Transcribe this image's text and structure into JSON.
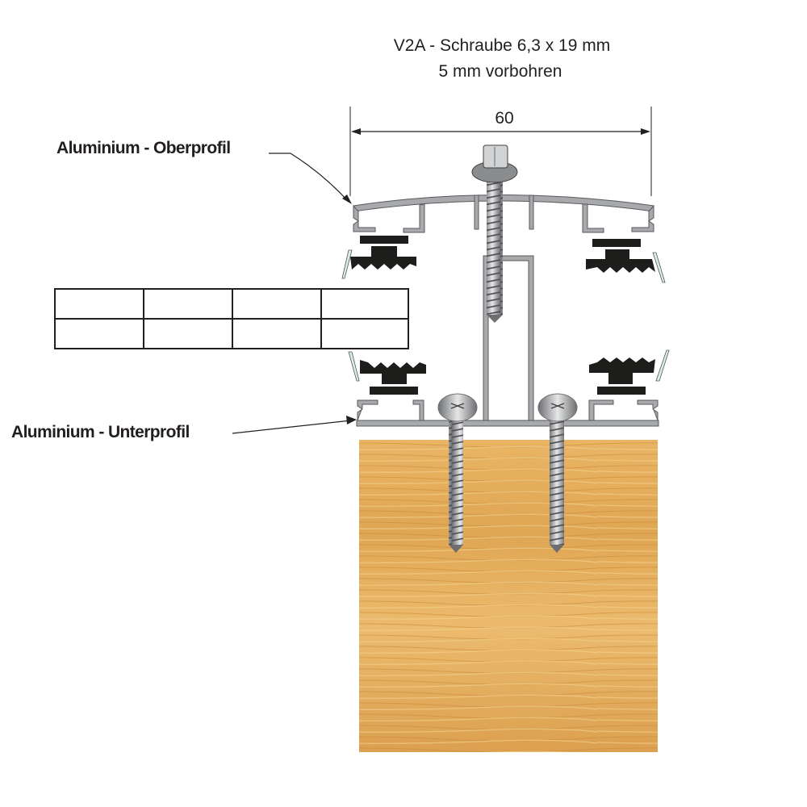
{
  "screw_spec": {
    "line1": "V2A - Schraube 6,3 x 19 mm",
    "line2": "5 mm vorbohren"
  },
  "dimension": {
    "value": "60"
  },
  "labels": {
    "top_profile": "Aluminium - Oberprofil",
    "bottom_profile": "Aluminium - Unterprofil"
  },
  "colors": {
    "profile": "#a7a9ac",
    "gasket": "#1d1d1b",
    "wood": "#e3ac5c",
    "text": "#231f20"
  }
}
